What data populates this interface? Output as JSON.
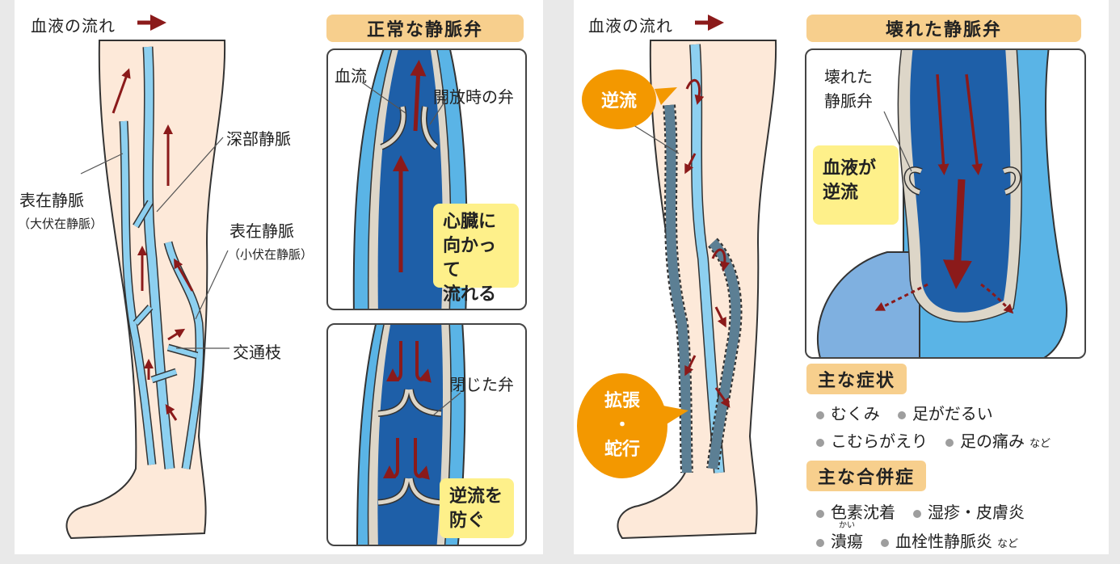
{
  "left": {
    "flow_label": "血液の流れ",
    "normal_valve_title": "正常な静脈弁",
    "deep_vein": "深部静脈",
    "superficial_vein_1": "表在静脈",
    "superficial_vein_1_sub": "（大伏在静脈）",
    "superficial_vein_2": "表在静脈",
    "superficial_vein_2_sub": "（小伏在静脈）",
    "perforator": "交通枝",
    "blood_flow": "血流",
    "open_valve": "開放時の弁",
    "to_heart_lines": [
      "心臓に",
      "向かって",
      "流れる"
    ],
    "closed_valve": "閉じた弁",
    "prevent_backflow_lines": [
      "逆流を",
      "防ぐ"
    ]
  },
  "right": {
    "flow_label": "血液の流れ",
    "broken_valve_title": "壊れた静脈弁",
    "broken_valve_label_lines": [
      "壊れた",
      "静脈弁"
    ],
    "blood_backflow_lines": [
      "血液が",
      "逆流"
    ],
    "backflow_bubble": "逆流",
    "dilation_bubble_lines": [
      "拡張",
      "・",
      "蛇行"
    ],
    "symptoms_title": "主な症状",
    "symptoms": [
      "むくみ",
      "足がだるい",
      "こむらがえり",
      "足の痛み"
    ],
    "symptoms_suffix": "など",
    "complications_title": "主な合併症",
    "complications": [
      "色素沈着",
      "湿疹・皮膚炎",
      "潰瘍",
      "血栓性静脈炎"
    ],
    "complications_suffix": "など",
    "ulcer_ruby": "かい"
  },
  "colors": {
    "skin": "#fde9d9",
    "vein_light": "#8dd0f0",
    "vein_dark": "#1e5fa8",
    "arrow": "#8b1a1a",
    "accent_orange": "#f39800",
    "pill": "#f7cf8d",
    "note_yellow": "#fef08a"
  }
}
